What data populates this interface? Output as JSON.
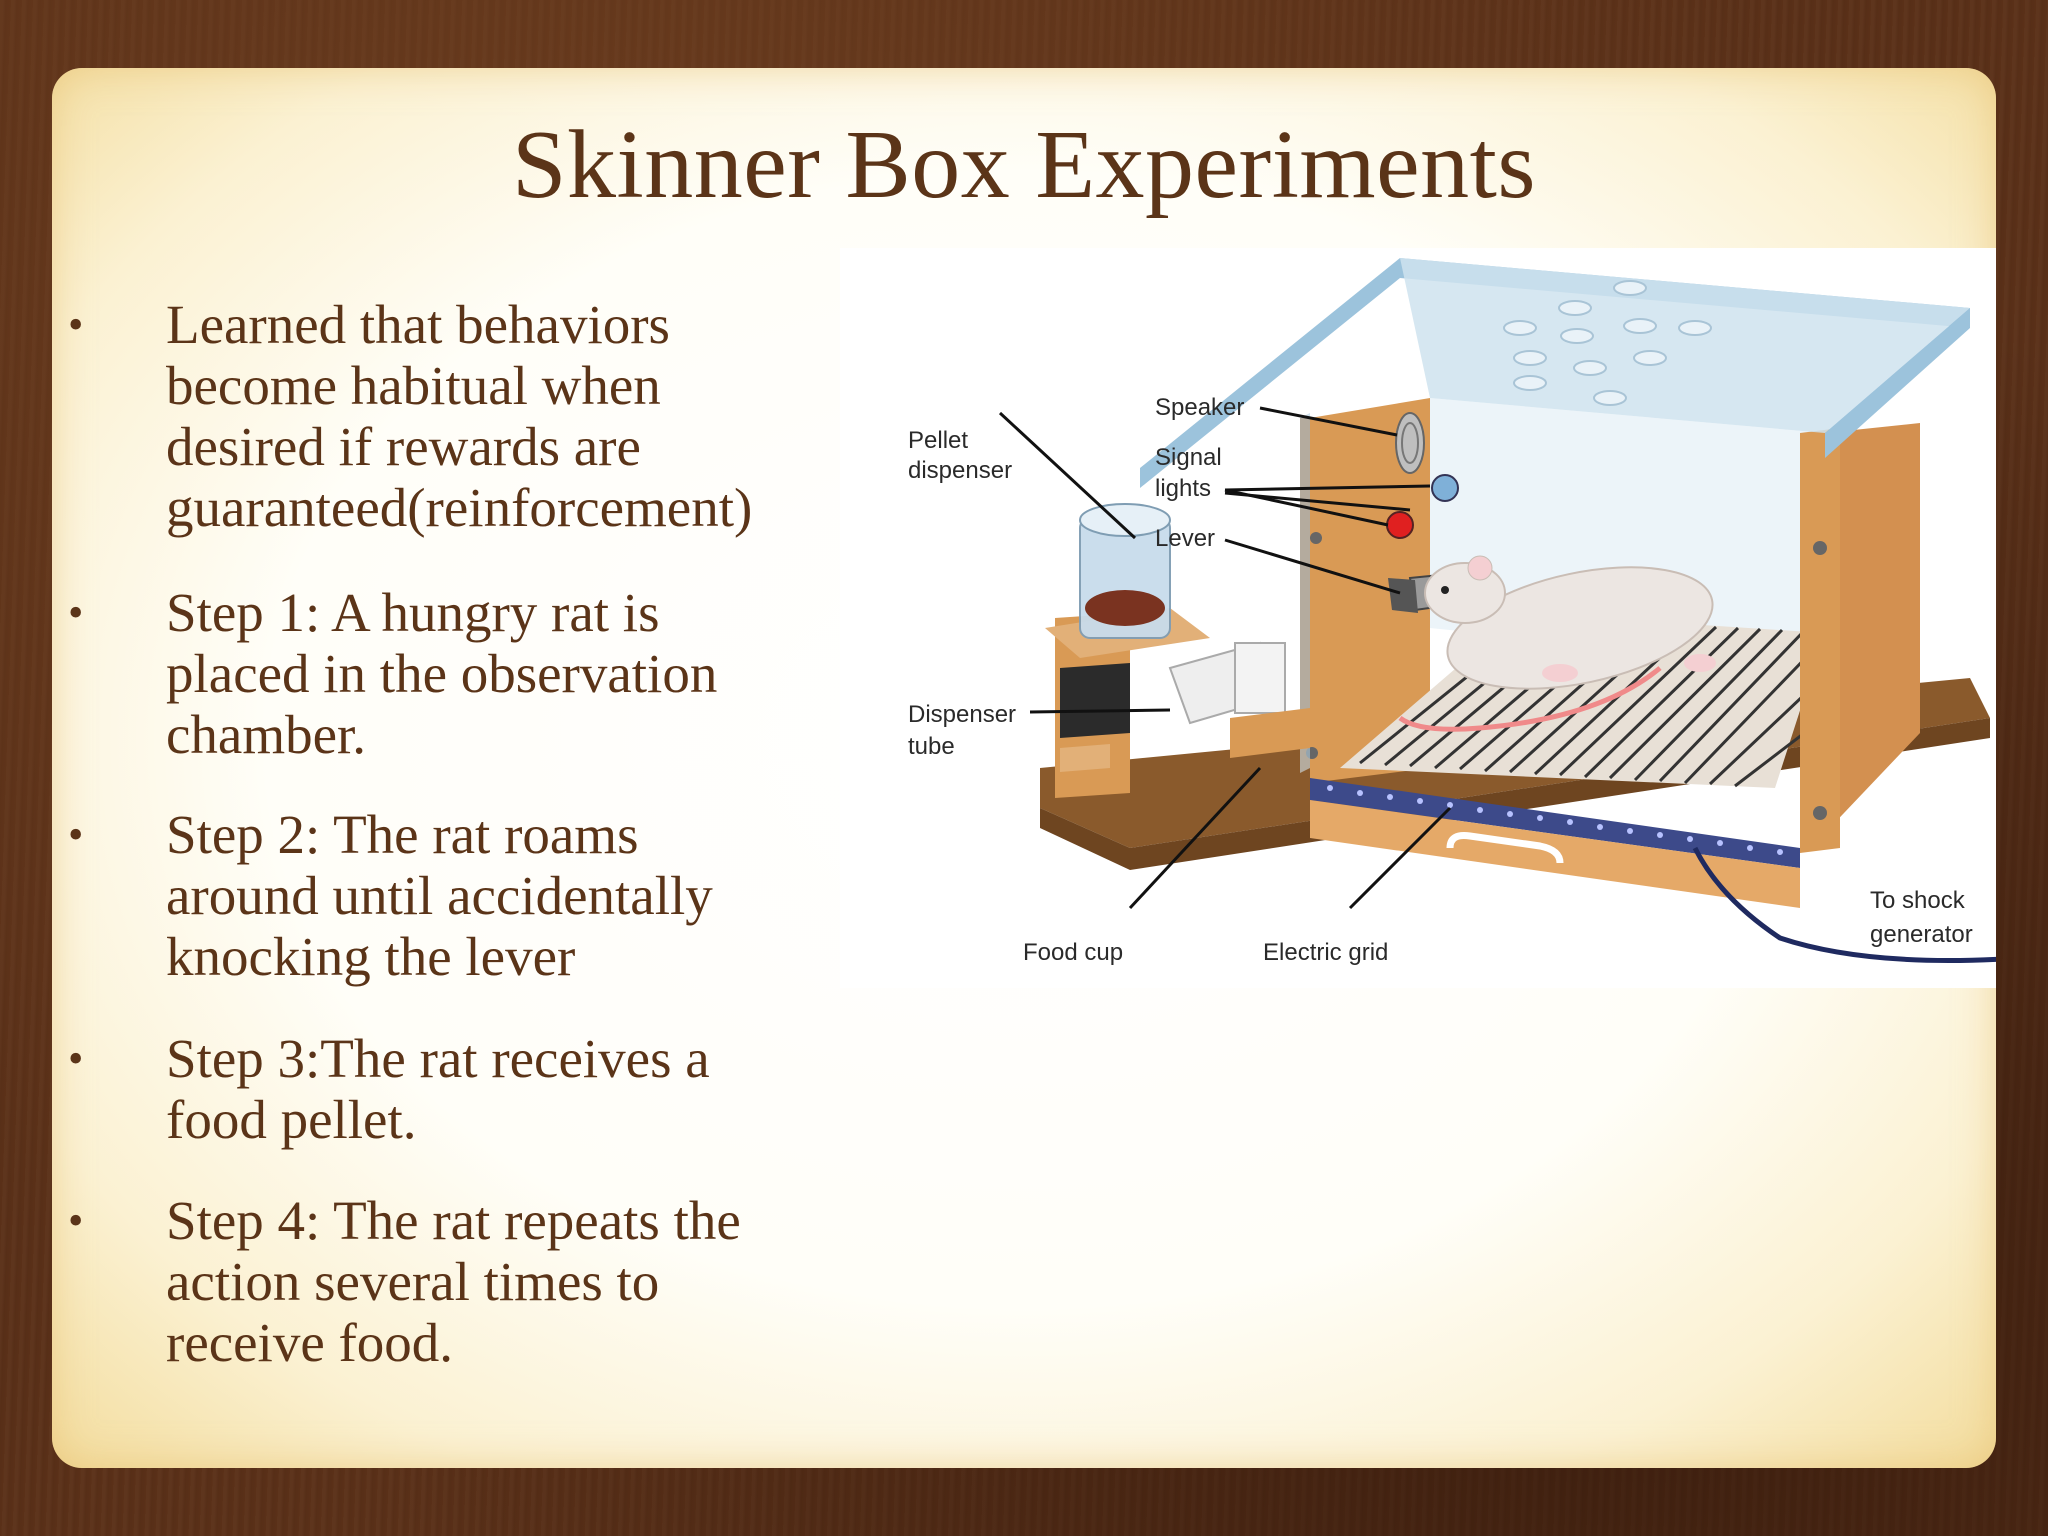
{
  "slide": {
    "title": "Skinner Box Experiments",
    "bullets": [
      {
        "lines": [
          "Learned that behaviors",
          "become habitual when",
          "desired if rewards are",
          "guaranteed(reinforcement)"
        ]
      },
      {
        "lines": [
          "Step 1: A hungry rat is",
          "placed in the observation",
          "chamber."
        ]
      },
      {
        "lines": [
          "Step 2: The rat roams",
          "around until accidentally",
          "knocking the lever"
        ]
      },
      {
        "lines": [
          "Step 3:The rat receives a",
          "food pellet."
        ]
      },
      {
        "lines": [
          "Step 4: The rat repeats the",
          "action several times to",
          "receive food."
        ]
      }
    ],
    "bullet_symbol": "•"
  },
  "diagram": {
    "labels": {
      "pellet_dispenser": [
        "Pellet",
        "dispenser"
      ],
      "speaker": "Speaker",
      "signal_lights": [
        "Signal",
        "lights"
      ],
      "lever": "Lever",
      "dispenser_tube": [
        "Dispenser",
        "tube"
      ],
      "food_cup": "Food cup",
      "electric_grid": "Electric grid",
      "to_shock_generator": [
        "To shock",
        "generator"
      ]
    }
  },
  "colors": {
    "text": "#5b3418",
    "background": "#5a3018",
    "panel": "#fffef8",
    "wood": "#d99a55",
    "glass": "#cfe3ef",
    "grid_bar": "#3a3a5a",
    "signal_red": "#e02020",
    "signal_blue": "#7fb0d8"
  }
}
